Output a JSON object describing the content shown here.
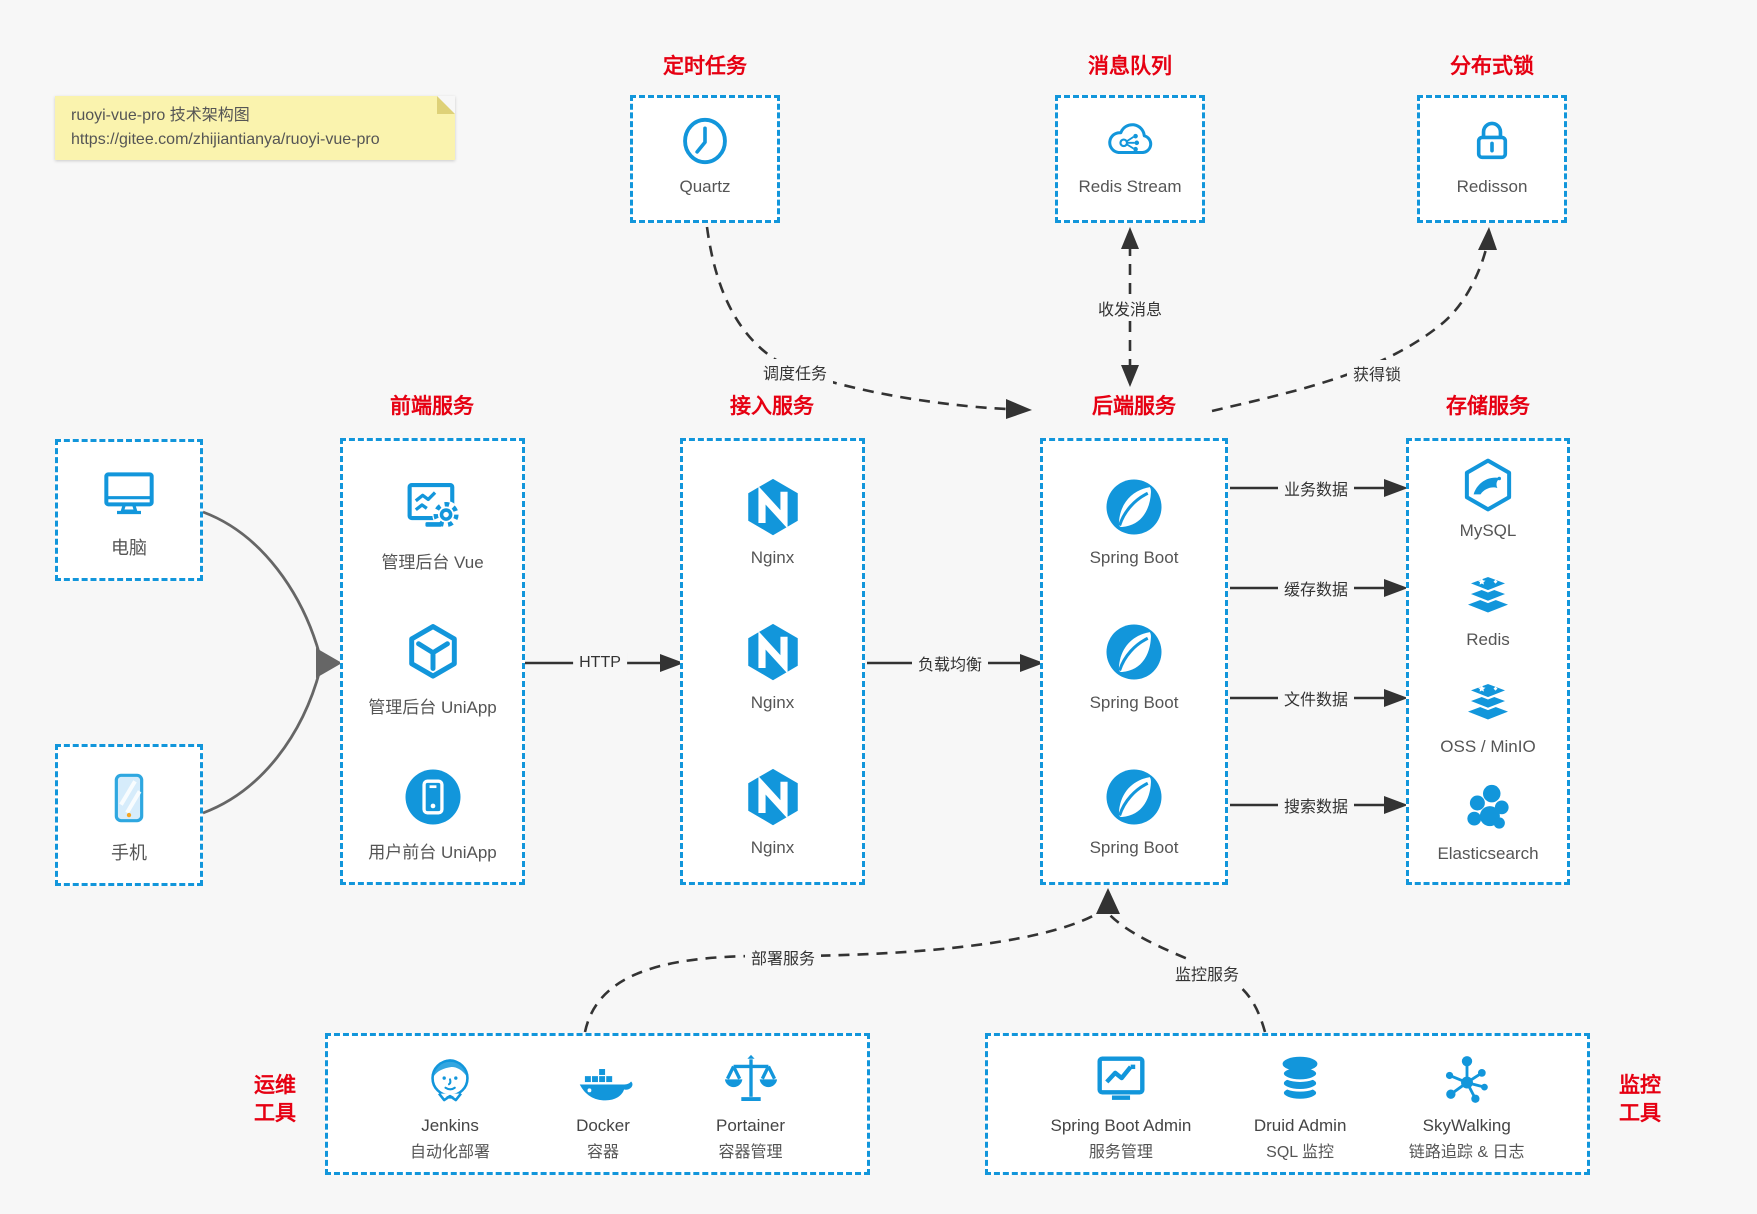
{
  "note": {
    "line1": "ruoyi-vue-pro 技术架构图",
    "line2": "https://gitee.com/zhijiantianya/ruoyi-vue-pro"
  },
  "colors": {
    "accent_blue": "#1296db",
    "title_red": "#e60012",
    "note_bg": "#faf3ae",
    "background": "#f7f7f7",
    "arrow_dark": "#333333",
    "arrow_gray": "#666666"
  },
  "top_groups": [
    {
      "title": "定时任务",
      "item": {
        "name": "Quartz",
        "icon": "clock-icon"
      }
    },
    {
      "title": "消息队列",
      "item": {
        "name": "Redis Stream",
        "icon": "cloud-share-icon"
      }
    },
    {
      "title": "分布式锁",
      "item": {
        "name": "Redisson",
        "icon": "lock-icon"
      }
    }
  ],
  "clients": [
    {
      "label": "电脑",
      "icon": "desktop-icon"
    },
    {
      "label": "手机",
      "icon": "mobile-icon"
    }
  ],
  "columns": [
    {
      "title": "前端服务",
      "items": [
        {
          "label": "管理后台 Vue",
          "icon": "admin-vue-icon"
        },
        {
          "label": "管理后台 UniApp",
          "icon": "uniapp-cube-icon"
        },
        {
          "label": "用户前台 UniApp",
          "icon": "user-uniapp-icon"
        }
      ]
    },
    {
      "title": "接入服务",
      "items": [
        {
          "label": "Nginx",
          "icon": "nginx-icon"
        },
        {
          "label": "Nginx",
          "icon": "nginx-icon"
        },
        {
          "label": "Nginx",
          "icon": "nginx-icon"
        }
      ]
    },
    {
      "title": "后端服务",
      "items": [
        {
          "label": "Spring Boot",
          "icon": "spring-boot-icon"
        },
        {
          "label": "Spring Boot",
          "icon": "spring-boot-icon"
        },
        {
          "label": "Spring Boot",
          "icon": "spring-boot-icon"
        }
      ]
    },
    {
      "title": "存储服务",
      "items": [
        {
          "label": "MySQL",
          "icon": "mysql-icon"
        },
        {
          "label": "Redis",
          "icon": "redis-stack-icon"
        },
        {
          "label": "OSS / MinIO",
          "icon": "storage-stack-icon"
        },
        {
          "label": "Elasticsearch",
          "icon": "elasticsearch-icon"
        }
      ]
    }
  ],
  "edges": {
    "http": "HTTP",
    "load_balance": "负载均衡",
    "storage_labels": [
      "业务数据",
      "缓存数据",
      "文件数据",
      "搜索数据"
    ],
    "schedule": "调度任务",
    "message": "收发消息",
    "lock": "获得锁",
    "deploy": "部署服务",
    "monitor": "监控服务"
  },
  "bottom_groups": [
    {
      "side_label": [
        "运维",
        "工具"
      ],
      "items": [
        {
          "name": "Jenkins",
          "sub": "自动化部署",
          "icon": "jenkins-icon"
        },
        {
          "name": "Docker",
          "sub": "容器",
          "icon": "docker-icon"
        },
        {
          "name": "Portainer",
          "sub": "容器管理",
          "icon": "portainer-icon"
        }
      ]
    },
    {
      "side_label": [
        "监控",
        "工具"
      ],
      "items": [
        {
          "name": "Spring Boot Admin",
          "sub": "服务管理",
          "icon": "spring-boot-admin-icon"
        },
        {
          "name": "Druid Admin",
          "sub": "SQL 监控",
          "icon": "druid-icon"
        },
        {
          "name": "SkyWalking",
          "sub": "链路追踪 & 日志",
          "icon": "skywalking-icon"
        }
      ]
    }
  ]
}
